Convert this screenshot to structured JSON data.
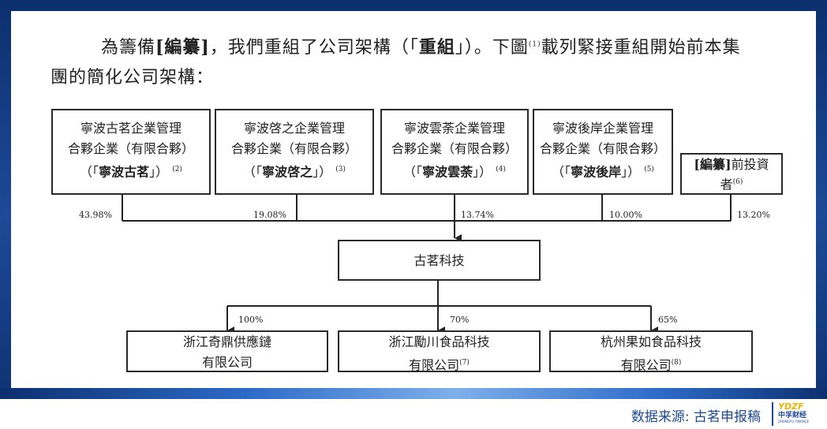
{
  "intro": {
    "line1_a": "為籌備",
    "line1_b": "[編纂]",
    "line1_c": "，我們重組了公司架構（「",
    "line1_d": "重組",
    "line1_e": "」）。下圖",
    "line1_fn": "(1)",
    "line1_f": "載列緊接重組開始前本集",
    "line2": "團的簡化公司架構："
  },
  "shareholders": [
    {
      "line1": "寧波古茗企業管理",
      "line2": "合夥企業（有限合夥）",
      "short": "寧波古茗",
      "fn": "(2)",
      "percent": "43.98%"
    },
    {
      "line1": "寧波啓之企業管理",
      "line2": "合夥企業（有限合夥）",
      "short": "寧波啓之",
      "fn": "(3)",
      "percent": "19.08%"
    },
    {
      "line1": "寧波雲荼企業管理",
      "line2": "合夥企業（有限合夥）",
      "short": "寧波雲荼",
      "fn": "(4)",
      "percent": "13.74%"
    },
    {
      "line1": "寧波後岸企業管理",
      "line2": "合夥企業（有限合夥）",
      "short": "寧波後岸",
      "fn": "(5)",
      "percent": "10.00%"
    },
    {
      "tag": "[編纂]",
      "after": "前投資",
      "line2": "者",
      "fn": "(6)",
      "percent": "13.20%"
    }
  ],
  "quote_open": "（「",
  "quote_close": "」）",
  "company": "古茗科技",
  "subsidiaries": [
    {
      "line1": "浙江奇鼎供應鏈",
      "line2": "有限公司",
      "fn": "",
      "percent": "100%"
    },
    {
      "line1": "浙江勵川食品科技",
      "line2": "有限公司",
      "fn": "(7)",
      "percent": "70%"
    },
    {
      "line1": "杭州果如食品科技",
      "line2": "有限公司",
      "fn": "(8)",
      "percent": "65%"
    }
  ],
  "footer": {
    "source": "数据来源: 古茗申报稿",
    "logo_mark": "YDZF",
    "logo_name": "中孚财经",
    "logo_sub": "ZHONGFU FINANCE"
  }
}
